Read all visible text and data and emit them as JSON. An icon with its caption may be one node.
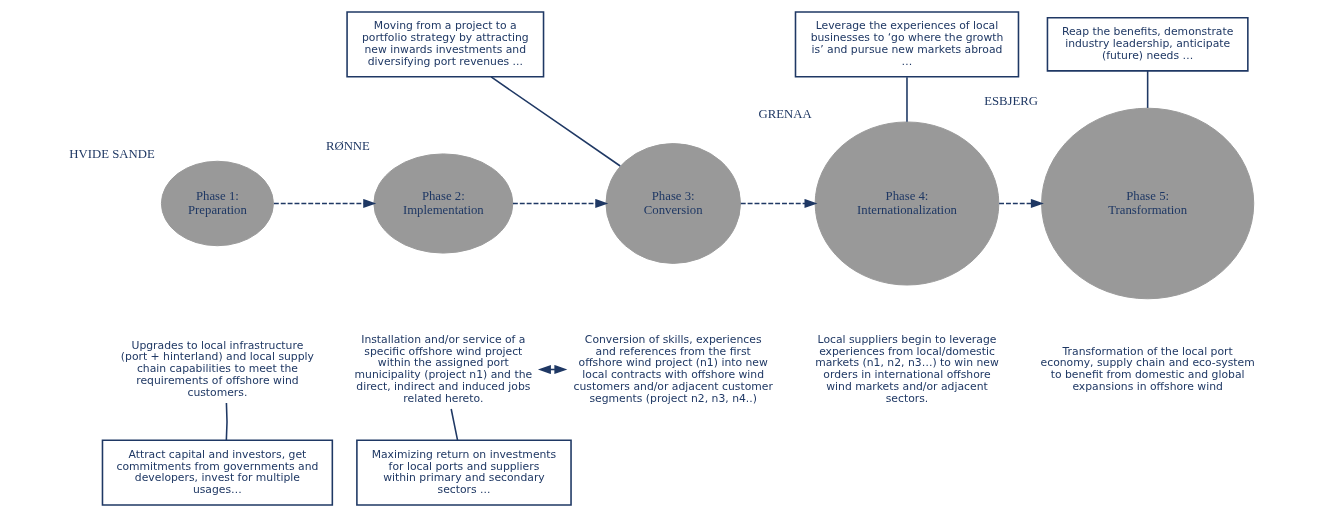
{
  "diagram": {
    "nodes": [
      {
        "text": [
          "Phase 1: Preparation"
        ],
        "beside": [
          "HVIDE SANDE"
        ]
      },
      {
        "text": [
          "Upgrades to local infrastructure (port + hinterland) and local supply chain capabilities to meet the requirements of offshore wind customers."
        ]
      },
      {
        "text": [
          "Phase 2: Implementation"
        ],
        "beside": [
          "RØNNE"
        ]
      },
      {
        "text": [
          "Installation and/or service of a specific offshore wind project within the assigned port municipality (project n1) and the direct, indirect and induced jobs related hereto."
        ]
      },
      {
        "text": [
          "Phase 3: Conversion"
        ]
      },
      {
        "text": [
          "Conversion of skills, experiences and references from the first offshore wind project (n1) into new local contracts with offshore wind customers and/or adjacent customer segments (project n2, n3, n4..)"
        ]
      },
      {
        "text": [
          "Phase 4: Internationalization"
        ],
        "beside": [
          "GRENAA"
        ]
      },
      {
        "text": [
          "Local suppliers begin to leverage experiences from local/domestic markets (n1, n2, n3…) to win new orders in international offshore wind markets and/or adjacent sectors."
        ]
      },
      {
        "text": [
          "Phase 5: Transformation"
        ],
        "beside": [
          "ESBJERG"
        ]
      },
      {
        "text": [
          "Transformation of the local port economy, supply chain and eco-system to benefit from domestic and global expansions in offshore wind"
        ]
      },
      {
        "text": [
          "Attract capital and investors, get commitments from governments and developers, invest for multiple usages…"
        ]
      },
      {
        "text": [
          "Maximizing return on investments for local ports and suppliers within primary and secondary sectors ..."
        ]
      },
      {
        "text": [
          "Moving from a project to a portfolio strategy by attracting new inwards investments and diversifying port revenues ..."
        ]
      },
      {
        "text": [
          "Leverage the experiences of local businesses to ‘go where the growth is’ and pursue new markets abroad …"
        ]
      },
      {
        "text": [
          "Reap the benefits, demonstrate industry leadership, anticipate (future) needs …"
        ]
      }
    ],
    "edges": [
      {
        "from": 0,
        "to": 2,
        "arrow": "to",
        "style": "dashed"
      },
      {
        "from": 2,
        "to": 4,
        "arrow": "to",
        "style": "dashed"
      },
      {
        "from": 4,
        "to": 6,
        "arrow": "to",
        "style": "dashed"
      },
      {
        "from": 6,
        "to": 8,
        "arrow": "to",
        "style": "dashed"
      },
      {
        "from": 3,
        "to": 5,
        "arrow": "both"
      },
      {
        "from": 10,
        "to": 1,
        "arrow": "none"
      },
      {
        "from": 11,
        "to": 3,
        "arrow": "none"
      },
      {
        "from": 12,
        "to": 4,
        "arrow": "none"
      },
      {
        "from": 13,
        "to": 6,
        "arrow": "none"
      },
      {
        "from": 14,
        "to": 8,
        "arrow": "none"
      }
    ]
  }
}
